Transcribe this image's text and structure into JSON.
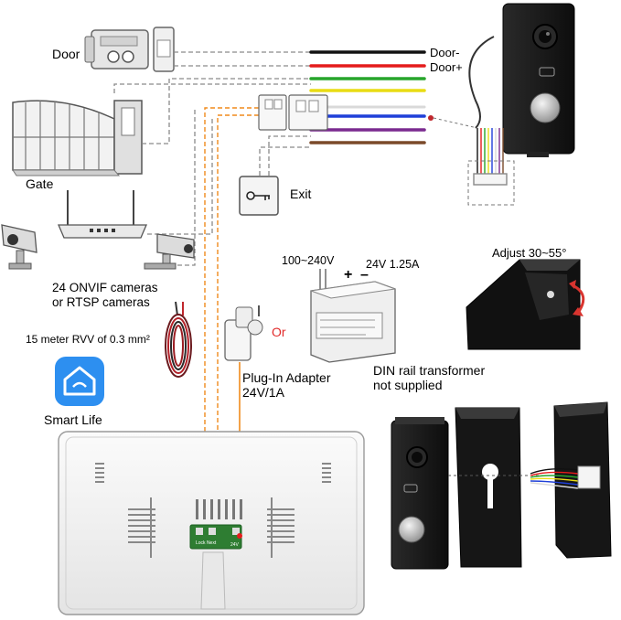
{
  "labels": {
    "door": "Door",
    "gate": "Gate",
    "exit": "Exit",
    "cameras_line1": "24 ONVIF cameras",
    "cameras_line2": "or RTSP cameras",
    "cable": "15 meter RVV of 0.3 mm²",
    "smart_life": "Smart Life",
    "or": "Or",
    "adapter_line1": "Plug-In Adapter",
    "adapter_line2": "24V/1A",
    "voltage_in": "100~240V",
    "plus": "+",
    "minus": "–",
    "voltage_out": "24V 1.25A",
    "din_line1": "DIN rail transformer",
    "din_line2": "not supplied",
    "adjust": "Adjust 30~55°",
    "door_minus": "Door-",
    "door_plus": "Door+",
    "pcb_left": "Lock Next",
    "pcb_right": "24V"
  },
  "wires": [
    {
      "color": "#111111",
      "label": "Door-"
    },
    {
      "color": "#e41b1b",
      "label": "Door+"
    },
    {
      "color": "#27a52b",
      "label": ""
    },
    {
      "color": "#e9dc14",
      "label": ""
    },
    {
      "color": "#1f3fd8",
      "label": ""
    },
    {
      "color": "#d9d9d9",
      "label": ""
    },
    {
      "color": "#7a2a8f",
      "label": ""
    },
    {
      "color": "#7b4a2a",
      "label": ""
    }
  ],
  "colors": {
    "accent_orange": "#f08a1c",
    "dashed_gray": "#8a8a8a",
    "panel_black": "#1c1c1c",
    "monitor_white": "#f3f3f3",
    "smart_life_blue": "#2d8ff0",
    "or_red": "#e12a2a"
  },
  "icons": [
    "lock-icon",
    "gate-icon",
    "key-icon",
    "router-icon",
    "camera-icon",
    "cable-coil-icon",
    "smart-life-icon",
    "plug-adapter-icon",
    "din-transformer-icon",
    "doorbell-panel-icon",
    "rotate-arrow-icon",
    "rain-hood-icon"
  ]
}
